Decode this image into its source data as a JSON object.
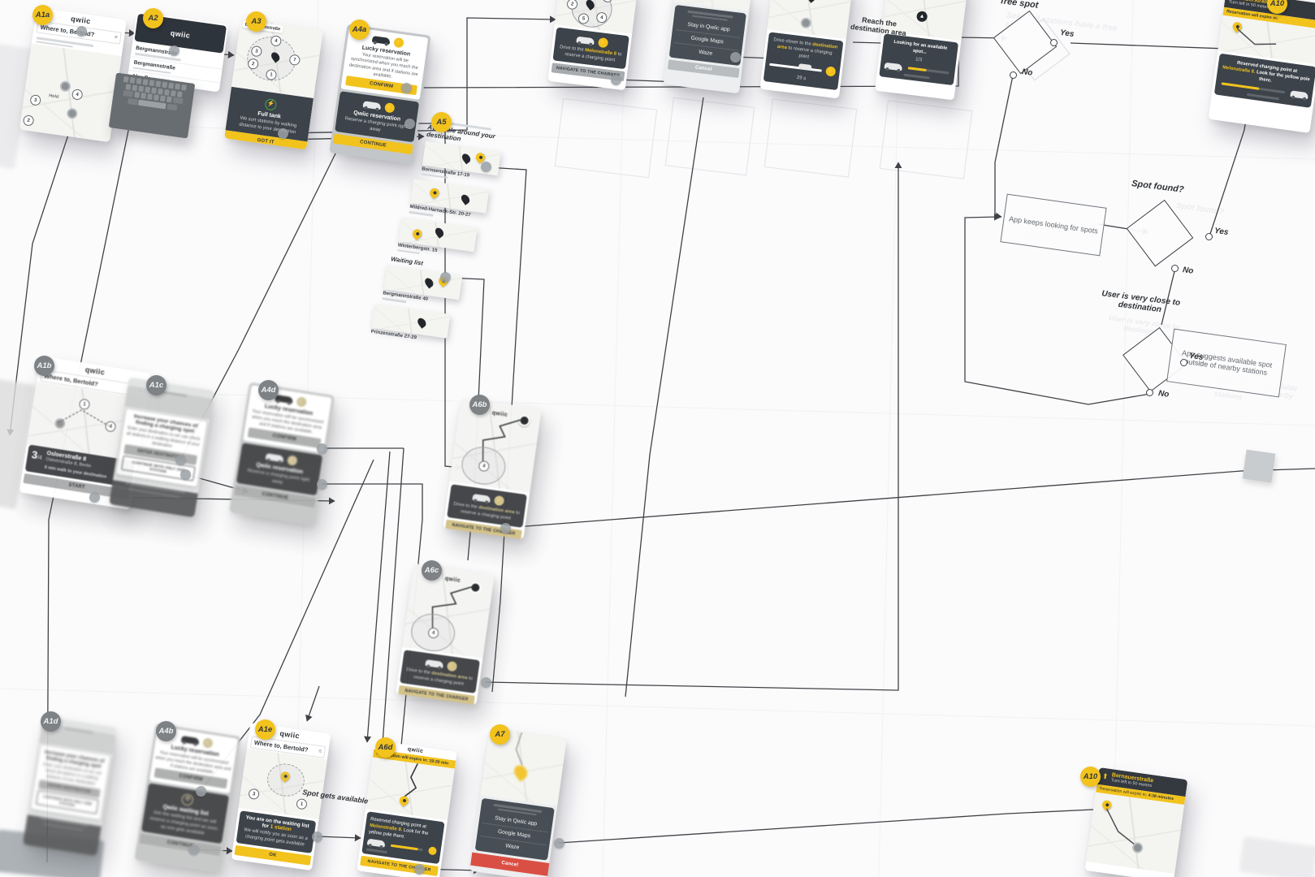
{
  "colors": {
    "yellow": "#F2C21D",
    "dark_card": "#3C434A",
    "badge_gray": "#7E8285",
    "red": "#DA4F44",
    "green": "#3FAE49",
    "line": "#3F4246"
  },
  "app": {
    "logo": "qwiic",
    "search_placeholder": "Where to, Bertold?"
  },
  "badges": {
    "a1a": "A1a",
    "a2": "A2",
    "a3": "A3",
    "a4a": "A4a",
    "a5": "A5",
    "a1b": "A1b",
    "a1c": "A1c",
    "a4d": "A4d",
    "a6b": "A6b",
    "a6c": "A6c",
    "a1d": "A1d",
    "a4b": "A4b",
    "a1e": "A1e",
    "a6d": "A6d",
    "a7": "A7",
    "a10": "A10",
    "a10_top": "A10"
  },
  "flow": {
    "free_spot": {
      "title": "free spot",
      "ghost": "Selected stations have a free spot",
      "yes": "Yes",
      "no": "No"
    },
    "spot_found": {
      "title": "Spot found?",
      "yes": "Yes",
      "no": "No"
    },
    "close_to_dest": {
      "title": "User is very close to destination",
      "yes": "Yes",
      "no": "No"
    },
    "keeps_looking": "App keeps looking for spots",
    "suggests_outside": "App suggests available spot outside of nearby stations",
    "reach_area": "Reach the destination area",
    "spot_available": "Spot gets available"
  },
  "screens": {
    "a1a": {
      "note": "Hold",
      "pins": [
        "4",
        "3",
        "2"
      ]
    },
    "a2": {
      "fields": [
        {
          "title": "Bergmannstraße"
        },
        {
          "title": "Bergmannstraße"
        },
        {
          "title": "Alex Bergmann"
        }
      ]
    },
    "a3": {
      "chip": "Bergmannstraße",
      "pins": [
        "4",
        "3",
        "2",
        "1",
        "7"
      ],
      "sheet_title": "Full tank",
      "sheet_body": "We sort stations by walking distance to your destination",
      "sheet_btn": "GOT IT"
    },
    "a4a": {
      "lucky_title": "Lucky reservation",
      "lucky_body": "Your reservation will be synchronized when you reach the destination area and if stations are available.",
      "lucky_btn": "CONFIRM",
      "qwiic_title": "Qwiic reservation",
      "qwiic_body": "Reserve a charging point right away",
      "qwiic_btn": "CONTINUE"
    },
    "a5": {
      "title": "Available around your destination",
      "items": [
        {
          "name": "Bornsenstraße 17-19"
        },
        {
          "name": "Mildred-Harnack-Str. 20-27"
        },
        {
          "name": "Winterbergstr. 15"
        }
      ],
      "waiting_title": "Waiting list",
      "waiting_items": [
        {
          "name": "Bergmannstraße 40"
        },
        {
          "name": "Prinzenstraße 27-29"
        }
      ]
    },
    "t1": {
      "body_pre": "Drive to the",
      "highlight": "Melonstraße 8",
      "body_post": "to reserve a charging point"
    },
    "nav_dialog": {
      "options": [
        "Stay in Qwiic app",
        "Google Maps",
        "Waze"
      ],
      "cancel": "Cancel"
    },
    "t3": {
      "body_pre": "Drive closer to the",
      "highlight": "destination area",
      "body_post": "to reserve a charging point",
      "time": "29 s"
    },
    "t4": {
      "body": "Looking for an available spot...",
      "sub": "1/3"
    },
    "reserved_card": {
      "pre": "Reserved charging point at",
      "highlight": "Melonstraße 8.",
      "post": "Look for the yellow pole there."
    },
    "a1b": {
      "count": "3",
      "total": "/4",
      "title": "Osloerstraße 8",
      "addr": "Osloerstraße 8, Berlin",
      "walk": "6 min walk to your destination",
      "btn": "START"
    },
    "a1c": {
      "title": "Increase your chances of finding a charging spot",
      "body": "Enter your destination so we can check all stations in a walking distance of your destination",
      "btn1": "ENTER DESTINATION",
      "btn2": "CONTINUE WITH ONLY ONE STATION"
    },
    "a6": {
      "body_pre": "Drive to the",
      "highlight": "destination area",
      "body_post": "to reserve a charging point",
      "btn": "NAVIGATE TO THE CHARGER"
    },
    "a4b": {
      "wait_title": "Qwiic waiting list",
      "wait_body": "Join the waiting list and we will reserve a charging point as soon as one gets available",
      "btn": "CONTINUE"
    },
    "a1e": {
      "title_pre": "You are on the waiting list for",
      "title_hl": "1 station",
      "body": "We will notify you as soon as a charging point gets available",
      "btn": "OK"
    },
    "a6d": {
      "expire_label": "Reservation will expire in:",
      "expire_time": "19:30 min",
      "btn": "NAVIGATE TO THE CHARGER"
    },
    "a10": {
      "street": "Bernauerstraße",
      "turn": "Turn left in 50 meters",
      "expire_label": "Reservation will expire in:",
      "expire_time": "4:38 minutes"
    }
  }
}
